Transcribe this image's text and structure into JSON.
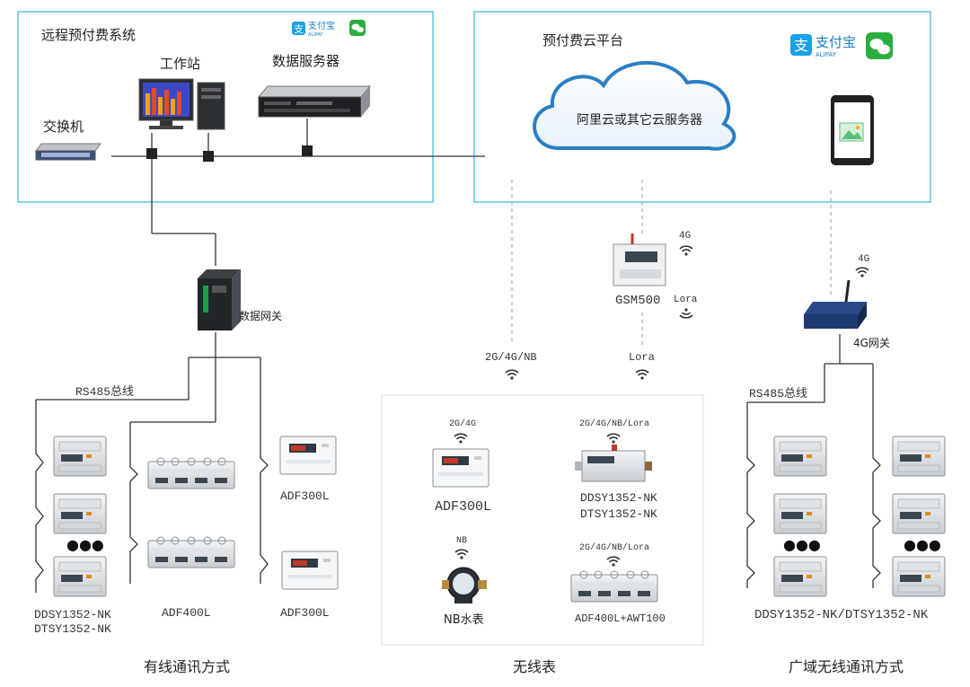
{
  "left_system": {
    "title": "远程预付费系统",
    "workstation": "工作站",
    "data_server": "数据服务器",
    "switch": "交换机"
  },
  "cloud_platform": {
    "title": "预付费云平台",
    "cloud_label": "阿里云或其它云服务器"
  },
  "payment": {
    "alipay_text": "支付宝",
    "alipay_sub": "ALIPAY"
  },
  "devices": {
    "gateway": "数据网关",
    "rs485_left": "RS485总线",
    "rs485_right": "RS485总线",
    "gsm500": "GSM500",
    "gsm_4g": "4G",
    "gsm_lora": "Lora",
    "gw4g_signal": "4G",
    "gw4g_label": "4G网关",
    "wireless_2g4gnb": "2G/4G/NB",
    "wireless_lora": "Lora"
  },
  "wired_meters": {
    "ddsy_label_1": "DDSY1352-NK",
    "ddsy_label_2": "DTSY1352-NK",
    "adf400l": "ADF400L",
    "adf300l_a": "ADF300L",
    "adf300l_b": "ADF300L",
    "dots": "●●●"
  },
  "wireless_meters": {
    "adf300l_signal": "2G/4G",
    "adf300l": "ADF300L",
    "ddsy_signal": "2G/4G/NB/Lora",
    "ddsy_1": "DDSY1352-NK",
    "ddsy_2": "DTSY1352-NK",
    "nb_signal": "NB",
    "nb_meter": "NB水表",
    "adf400l_signal": "2G/4G/NB/Lora",
    "adf400l_awt": "ADF400L+AWT100"
  },
  "wan_meters": {
    "label": "DDSY1352-NK/DTSY1352-NK",
    "dots_left": "●●●",
    "dots_right": "●●●"
  },
  "sections": {
    "wired": "有线通讯方式",
    "wireless": "无线表",
    "wan": "广域无线通讯方式"
  }
}
